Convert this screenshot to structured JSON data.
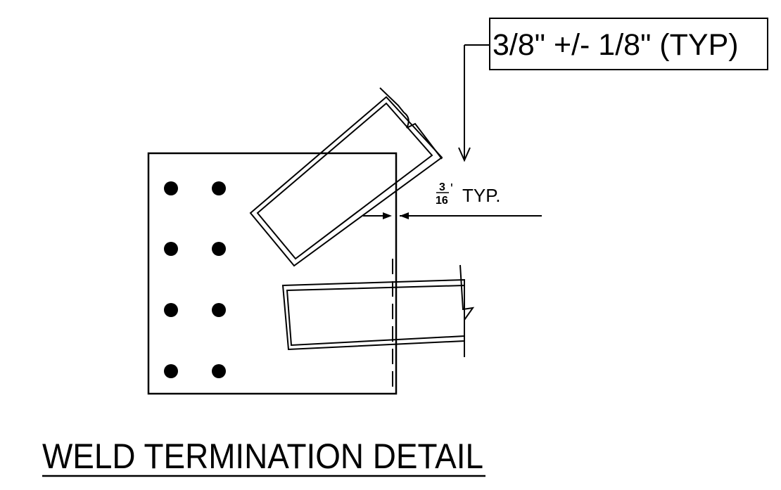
{
  "callout": {
    "tolerance_label": "3/8\" +/- 1/8\" (TYP)"
  },
  "weld_size": {
    "numerator": "3",
    "denominator": "16",
    "suffix": "TYP."
  },
  "title": "WELD TERMINATION DETAIL",
  "bolts": {
    "rows": 4,
    "cols": 2
  }
}
